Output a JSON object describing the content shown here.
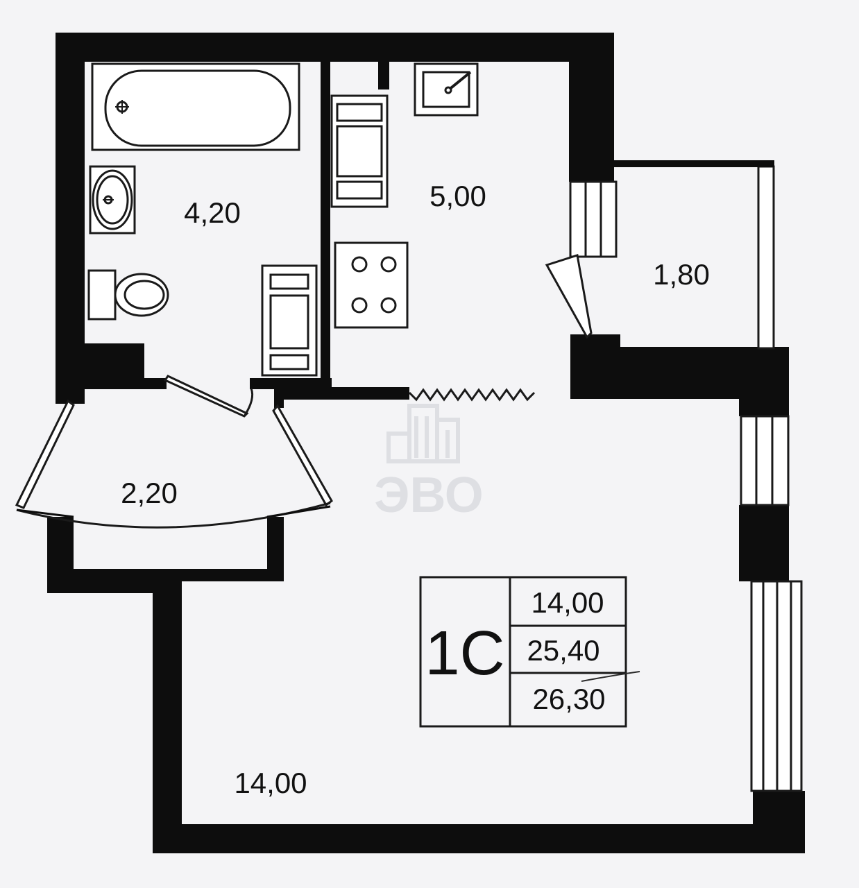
{
  "rooms": {
    "bathroom_area": "4,20",
    "kitchen_area": "5,00",
    "balcony_area": "1,80",
    "hallway_area": "2,20",
    "living_area": "14,00"
  },
  "summary": {
    "apartment_type": "1С",
    "living_area": "14,00",
    "total_area": "25,40",
    "total_with_balcony": "26,30"
  },
  "watermark": {
    "text": "ЭВО"
  },
  "colors": {
    "wall": "#0d0d0d",
    "background": "#f4f4f6",
    "line": "#1a1a1a",
    "watermark": "#dcdde2"
  }
}
